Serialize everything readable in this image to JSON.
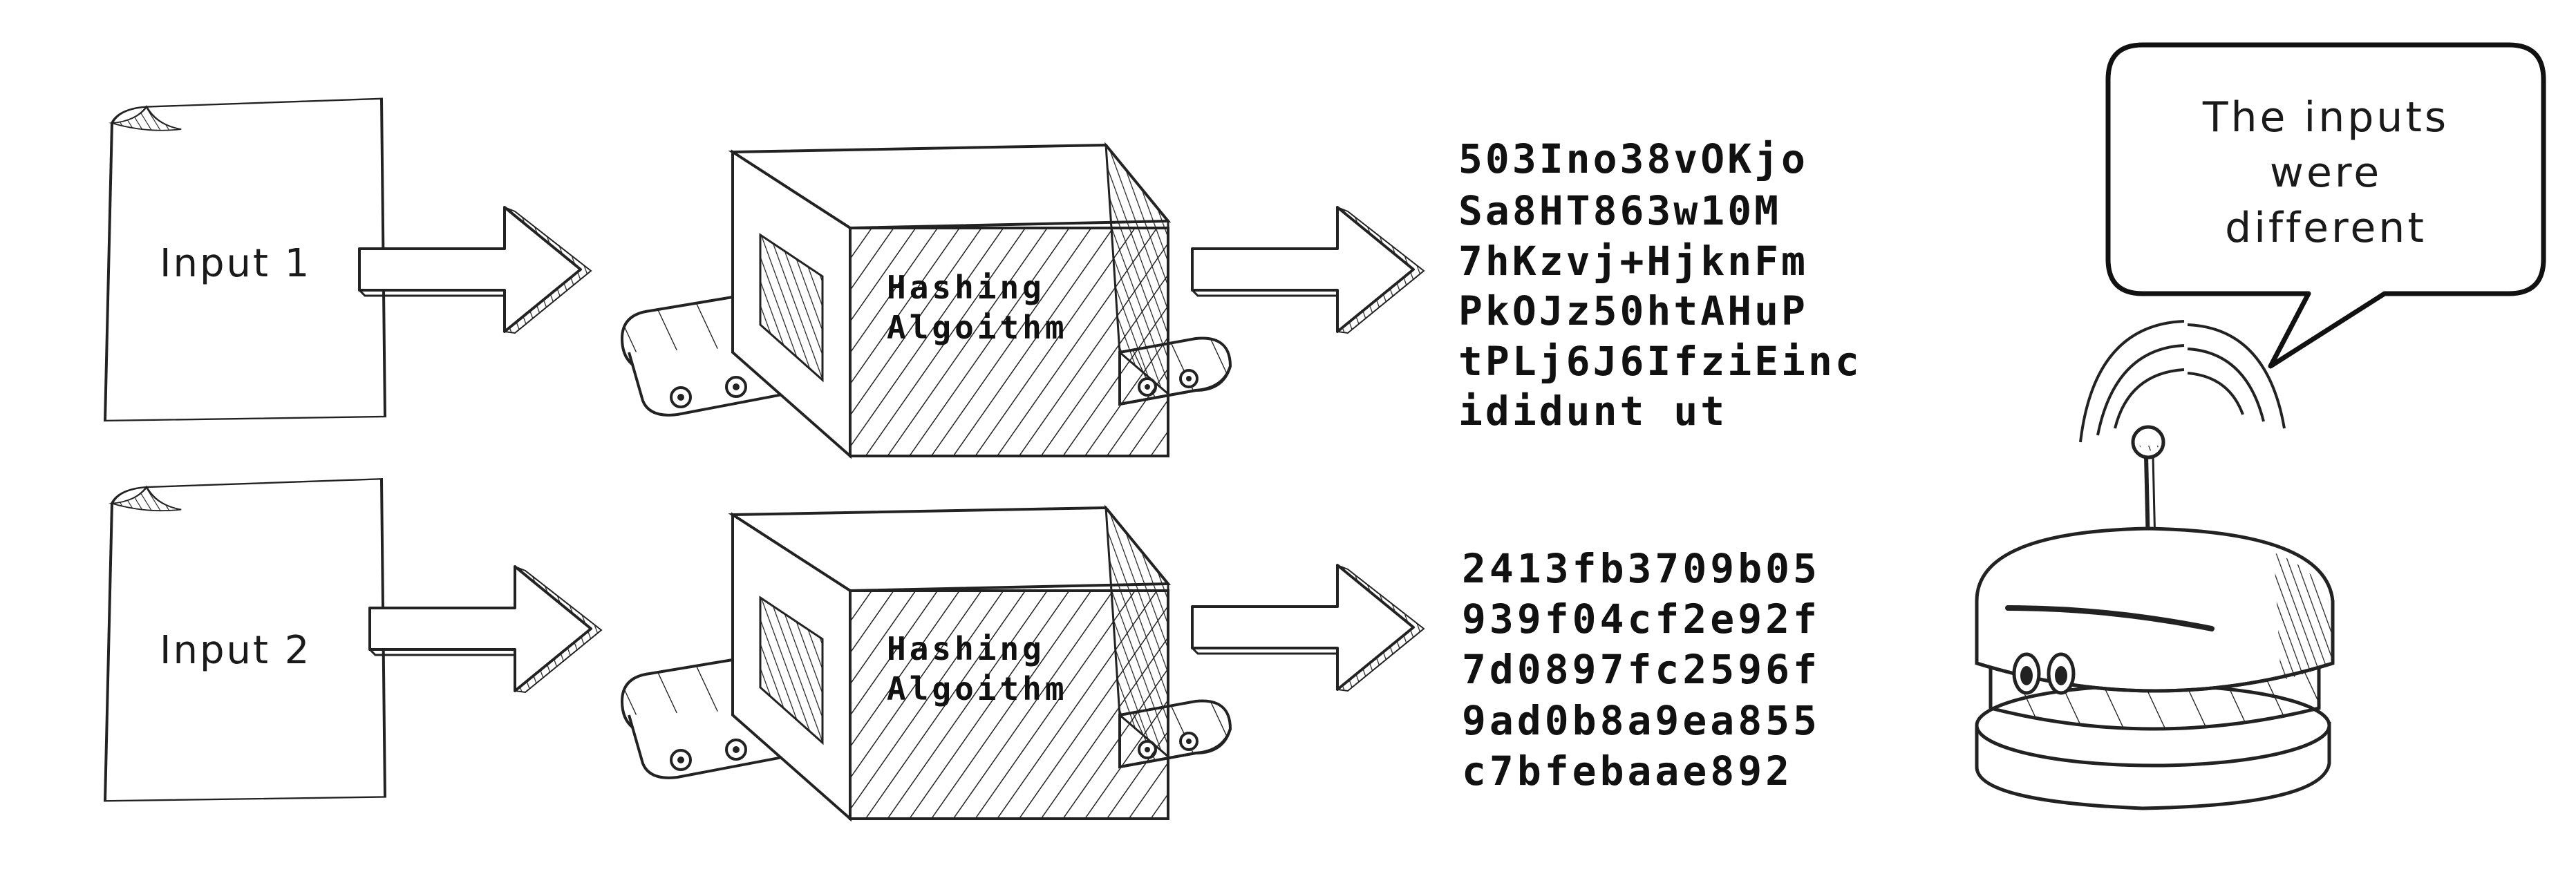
{
  "inputs": [
    {
      "label": "Input 1"
    },
    {
      "label": "Input 2"
    }
  ],
  "machines": [
    {
      "label_line1": "Hashing",
      "label_line2": "Algoithm"
    },
    {
      "label_line1": "Hashing",
      "label_line2": "Algoithm"
    }
  ],
  "outputs": [
    {
      "lines": [
        "503Ino38vOKjo",
        "Sa8HT863w10M",
        "7hKzvj+HjknFm",
        "PkOJz50htAHuP",
        "tPLj6J6IfziEinc",
        "ididunt ut"
      ]
    },
    {
      "lines": [
        "2413fb3709b05",
        "939f04cf2e92f",
        "7d0897fc2596f",
        "9ad0b8a9ea855",
        "c7bfebaae892"
      ]
    }
  ],
  "robot": {
    "speech_lines": [
      "The inputs",
      "were",
      "different"
    ]
  }
}
